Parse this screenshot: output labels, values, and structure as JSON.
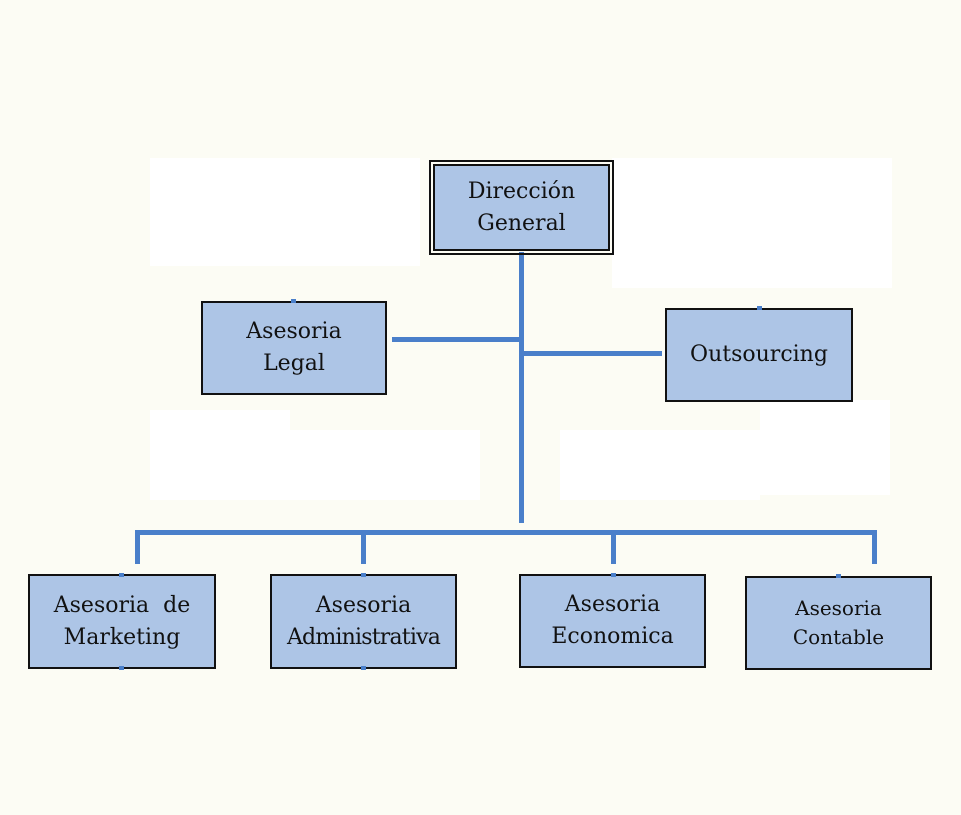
{
  "chart": {
    "root": {
      "line1": "Dirección",
      "line2": "General"
    },
    "staff": [
      {
        "line1": "Asesoria",
        "line2": "Legal"
      },
      {
        "line1": "Outsourcing",
        "line2": ""
      }
    ],
    "departments": [
      {
        "line1": "Asesoria  de",
        "line2": "Marketing"
      },
      {
        "line1": "Asesoria",
        "line2": "Administrativa"
      },
      {
        "line1": "Asesoria",
        "line2": "Economica"
      },
      {
        "line1": "Asesoria",
        "line2": "Contable"
      }
    ]
  },
  "colors": {
    "box_fill": "#adc5e6",
    "connector": "#4a7fca",
    "background": "#fcfcf4"
  }
}
